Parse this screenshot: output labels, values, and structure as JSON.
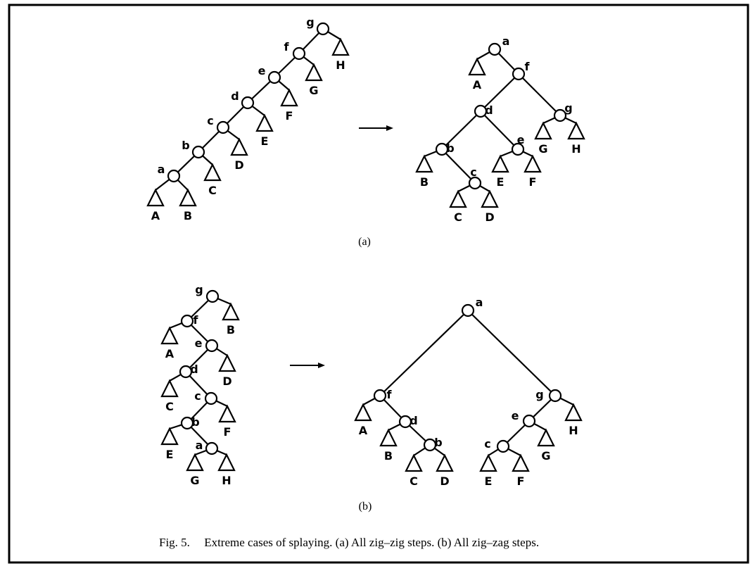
{
  "figure": {
    "caption_prefix": "Fig. 5.",
    "caption_text": "Extreme cases of splaying. (a) All zig–zig steps. (b) All zig–zag steps.",
    "panel_a_label": "(a)",
    "panel_b_label": "(b)"
  },
  "diagrams": [
    {
      "id": "a-before",
      "nodes": [
        "g",
        "f",
        "e",
        "d",
        "c",
        "b",
        "a"
      ],
      "subtrees": [
        "A",
        "B",
        "C",
        "D",
        "E",
        "F",
        "G",
        "H"
      ]
    },
    {
      "id": "a-after",
      "nodes": [
        "a",
        "f",
        "d",
        "g",
        "b",
        "e",
        "c"
      ],
      "subtrees": [
        "A",
        "B",
        "C",
        "D",
        "E",
        "F",
        "G",
        "H"
      ]
    },
    {
      "id": "b-before",
      "nodes": [
        "g",
        "f",
        "e",
        "d",
        "c",
        "b",
        "a"
      ],
      "subtrees": [
        "A",
        "B",
        "C",
        "D",
        "E",
        "F",
        "G",
        "H"
      ]
    },
    {
      "id": "b-after",
      "nodes": [
        "a",
        "f",
        "g",
        "d",
        "e",
        "b",
        "c"
      ],
      "subtrees": [
        "A",
        "B",
        "C",
        "D",
        "E",
        "F",
        "G",
        "H"
      ]
    }
  ]
}
